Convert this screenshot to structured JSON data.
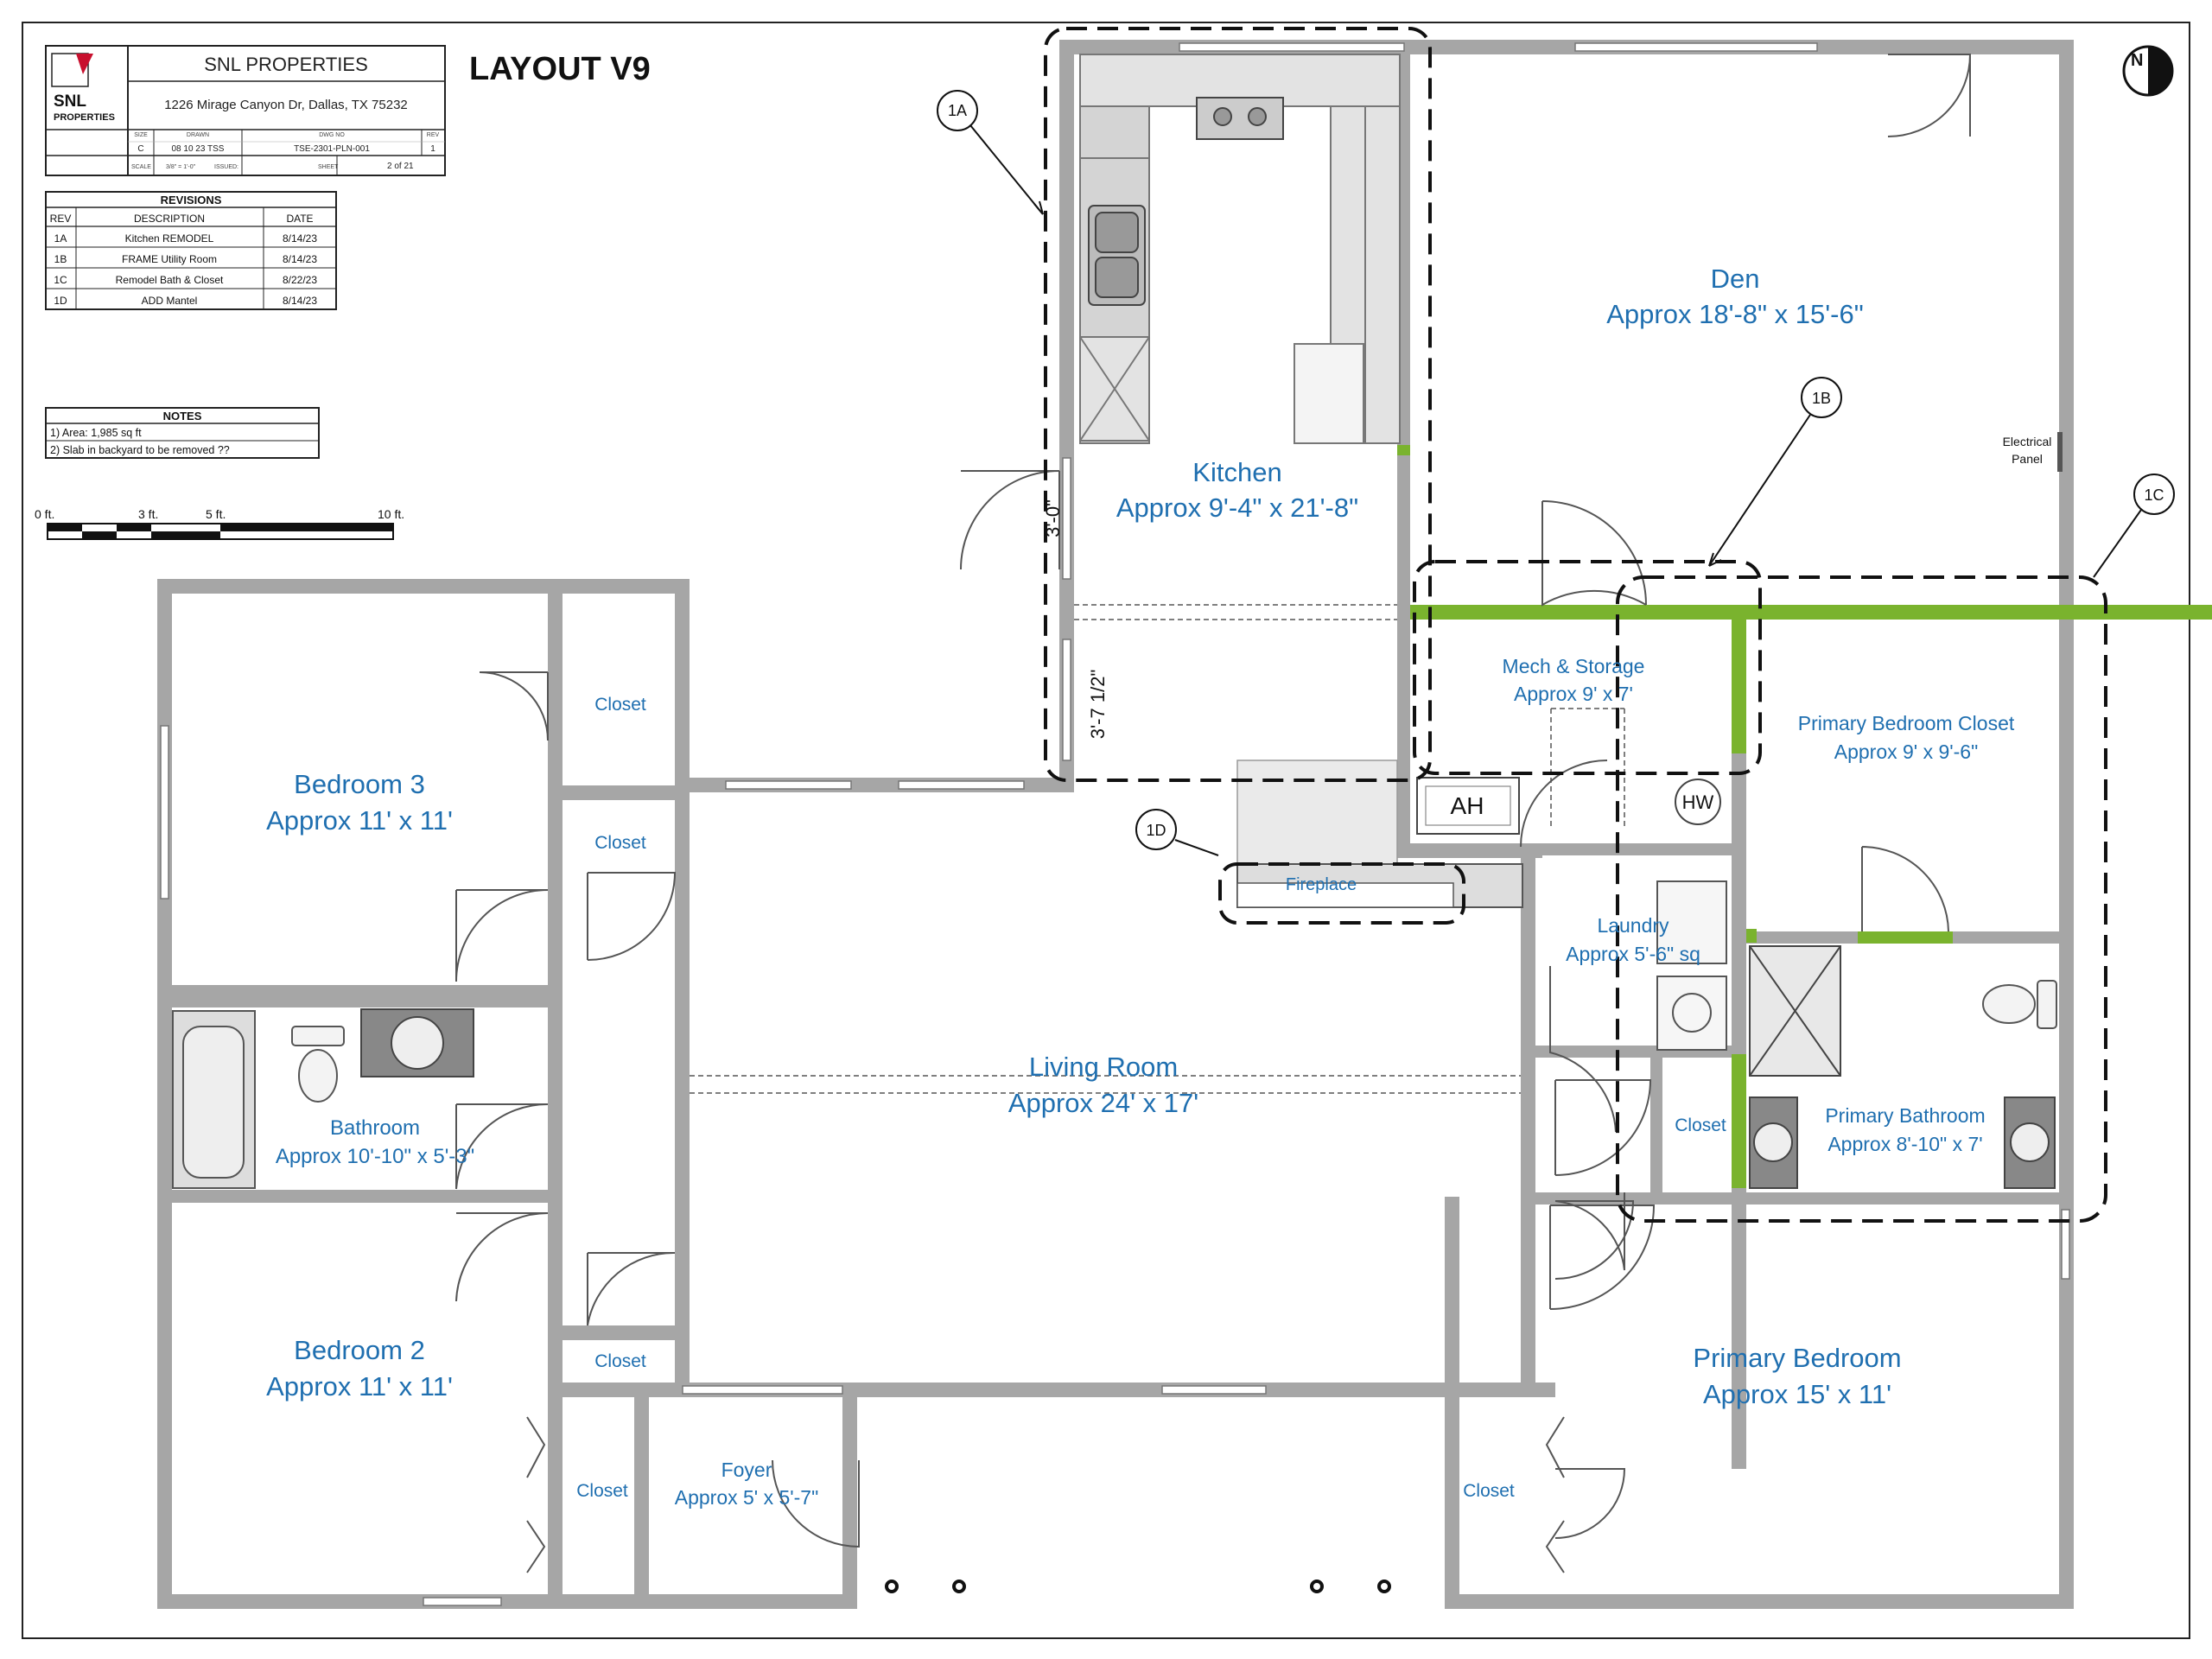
{
  "title_block": {
    "company": "SNL PROPERTIES",
    "address": "1226 Mirage Canyon Dr, Dallas, TX 75232",
    "logo_text": "SNL PROPERTIES",
    "logo_line1": "SNL",
    "logo_line2": "PROPERTIES",
    "hdr_size": "SIZE",
    "hdr_drawn": "DRAWN",
    "hdr_dwg": "DWG NO",
    "hdr_rev": "REV",
    "size": "C",
    "drawn": "08 10 23 TSS",
    "dwg_no": "TSE-2301-PLN-001",
    "rev": "1",
    "scale_label": "SCALE",
    "scale": "3/8\" = 1'-0\"",
    "issued_label": "ISSUED:",
    "sheet_label": "SHEET",
    "sheet": "2 of 21"
  },
  "layout_title": "LAYOUT V9",
  "revisions": {
    "title": "REVISIONS",
    "headers": [
      "REV",
      "DESCRIPTION",
      "DATE"
    ],
    "rows": [
      [
        "1A",
        "Kitchen REMODEL",
        "8/14/23"
      ],
      [
        "1B",
        "FRAME Utility Room",
        "8/14/23"
      ],
      [
        "1C",
        "Remodel Bath & Closet",
        "8/22/23"
      ],
      [
        "1D",
        "ADD Mantel",
        "8/14/23"
      ]
    ]
  },
  "notes": {
    "title": "NOTES",
    "items": [
      "1)  Area: 1,985 sq ft",
      "2) Slab in backyard to be removed ??"
    ]
  },
  "scale_bar": {
    "labels": [
      "0 ft.",
      "3 ft.",
      "5 ft.",
      "10 ft."
    ]
  },
  "north_label": "N",
  "rooms": {
    "kitchen": {
      "name": "Kitchen",
      "size": "Approx 9'-4\" x 21'-8\""
    },
    "den": {
      "name": "Den",
      "size": "Approx 18'-8\" x 15'-6\""
    },
    "bedroom3": {
      "name": "Bedroom 3",
      "size": "Approx 11' x 11'"
    },
    "bedroom2": {
      "name": "Bedroom 2",
      "size": "Approx 11' x 11'"
    },
    "bathroom": {
      "name": "Bathroom",
      "size": "Approx 10'-10\" x 5'-3\""
    },
    "living": {
      "name": "Living Room",
      "size": "Approx 24' x 17'"
    },
    "mech": {
      "name": "Mech & Storage",
      "size": "Approx 9' x 7'"
    },
    "primary_closet": {
      "name": "Primary Bedroom Closet",
      "size": "Approx 9' x 9'-6\""
    },
    "laundry": {
      "name": "Laundry",
      "size": "Approx 5'-6\" sq"
    },
    "primary_bath": {
      "name": "Primary Bathroom",
      "size": "Approx 8'-10\" x 7'"
    },
    "primary_bed": {
      "name": "Primary Bedroom",
      "size": "Approx 15' x 11'"
    },
    "foyer": {
      "name": "Foyer",
      "size": "Approx 5' x 5'-7\""
    }
  },
  "closets": [
    "Closet",
    "Closet",
    "Closet",
    "Closet",
    "Closet",
    "Closet"
  ],
  "fireplace": "Fireplace",
  "electrical": [
    "Electrical",
    "Panel"
  ],
  "ah_label": "AH",
  "hw_label": "HW",
  "dims": {
    "kitchen_door": "3'-0\"",
    "kitchen_open": "3'-7 1/2\""
  },
  "callouts": [
    "1A",
    "1B",
    "1C",
    "1D"
  ],
  "colors": {
    "wall": "#a6a6a6",
    "new_wall": "#7ab32e",
    "room_text": "#1f6fb0",
    "logo_red": "#c8102e"
  }
}
